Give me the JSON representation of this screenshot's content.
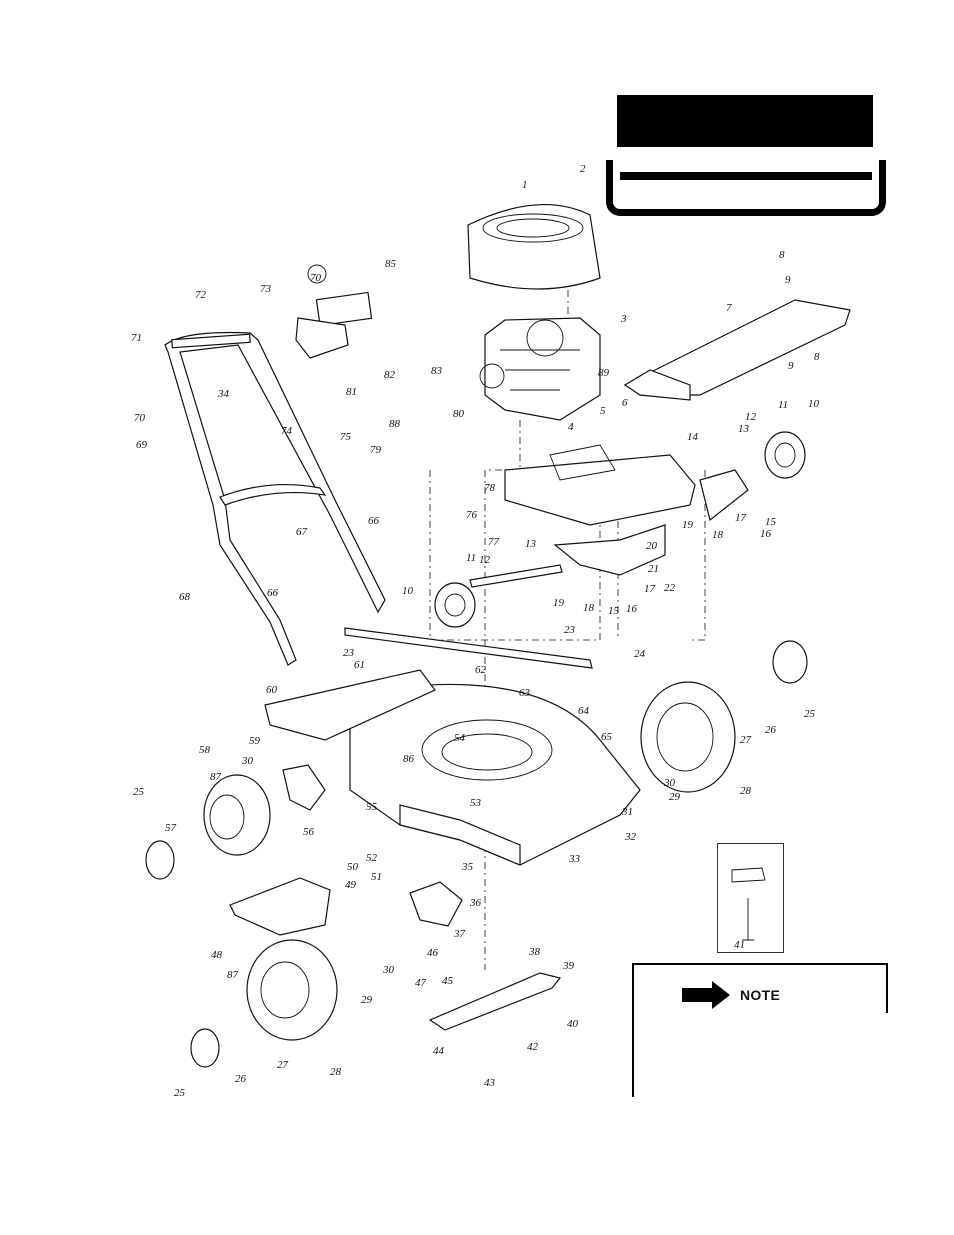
{
  "note": {
    "label": "NOTE"
  },
  "callouts": [
    "1",
    "2",
    "3",
    "4",
    "5",
    "6",
    "7",
    "8",
    "9",
    "8",
    "9",
    "10",
    "11",
    "12",
    "13",
    "14",
    "15",
    "16",
    "17",
    "18",
    "19",
    "20",
    "21",
    "22",
    "17",
    "16",
    "15",
    "18",
    "19",
    "13",
    "12",
    "11",
    "10",
    "23",
    "23",
    "24",
    "25",
    "26",
    "27",
    "28",
    "29",
    "30",
    "31",
    "32",
    "33",
    "53",
    "52",
    "54",
    "86",
    "55",
    "63",
    "64",
    "65",
    "62",
    "61",
    "60",
    "59",
    "30",
    "58",
    "87",
    "57",
    "25",
    "56",
    "48",
    "49",
    "50",
    "51",
    "35",
    "36",
    "37",
    "47",
    "30",
    "29",
    "46",
    "38",
    "45",
    "39",
    "40",
    "42",
    "44",
    "43",
    "87",
    "28",
    "27",
    "26",
    "25",
    "41",
    "66",
    "67",
    "66",
    "68",
    "69",
    "70",
    "71",
    "34",
    "72",
    "73",
    "74",
    "75",
    "70",
    "85",
    "81",
    "82",
    "83",
    "80",
    "88",
    "79",
    "89",
    "78",
    "76",
    "77"
  ]
}
